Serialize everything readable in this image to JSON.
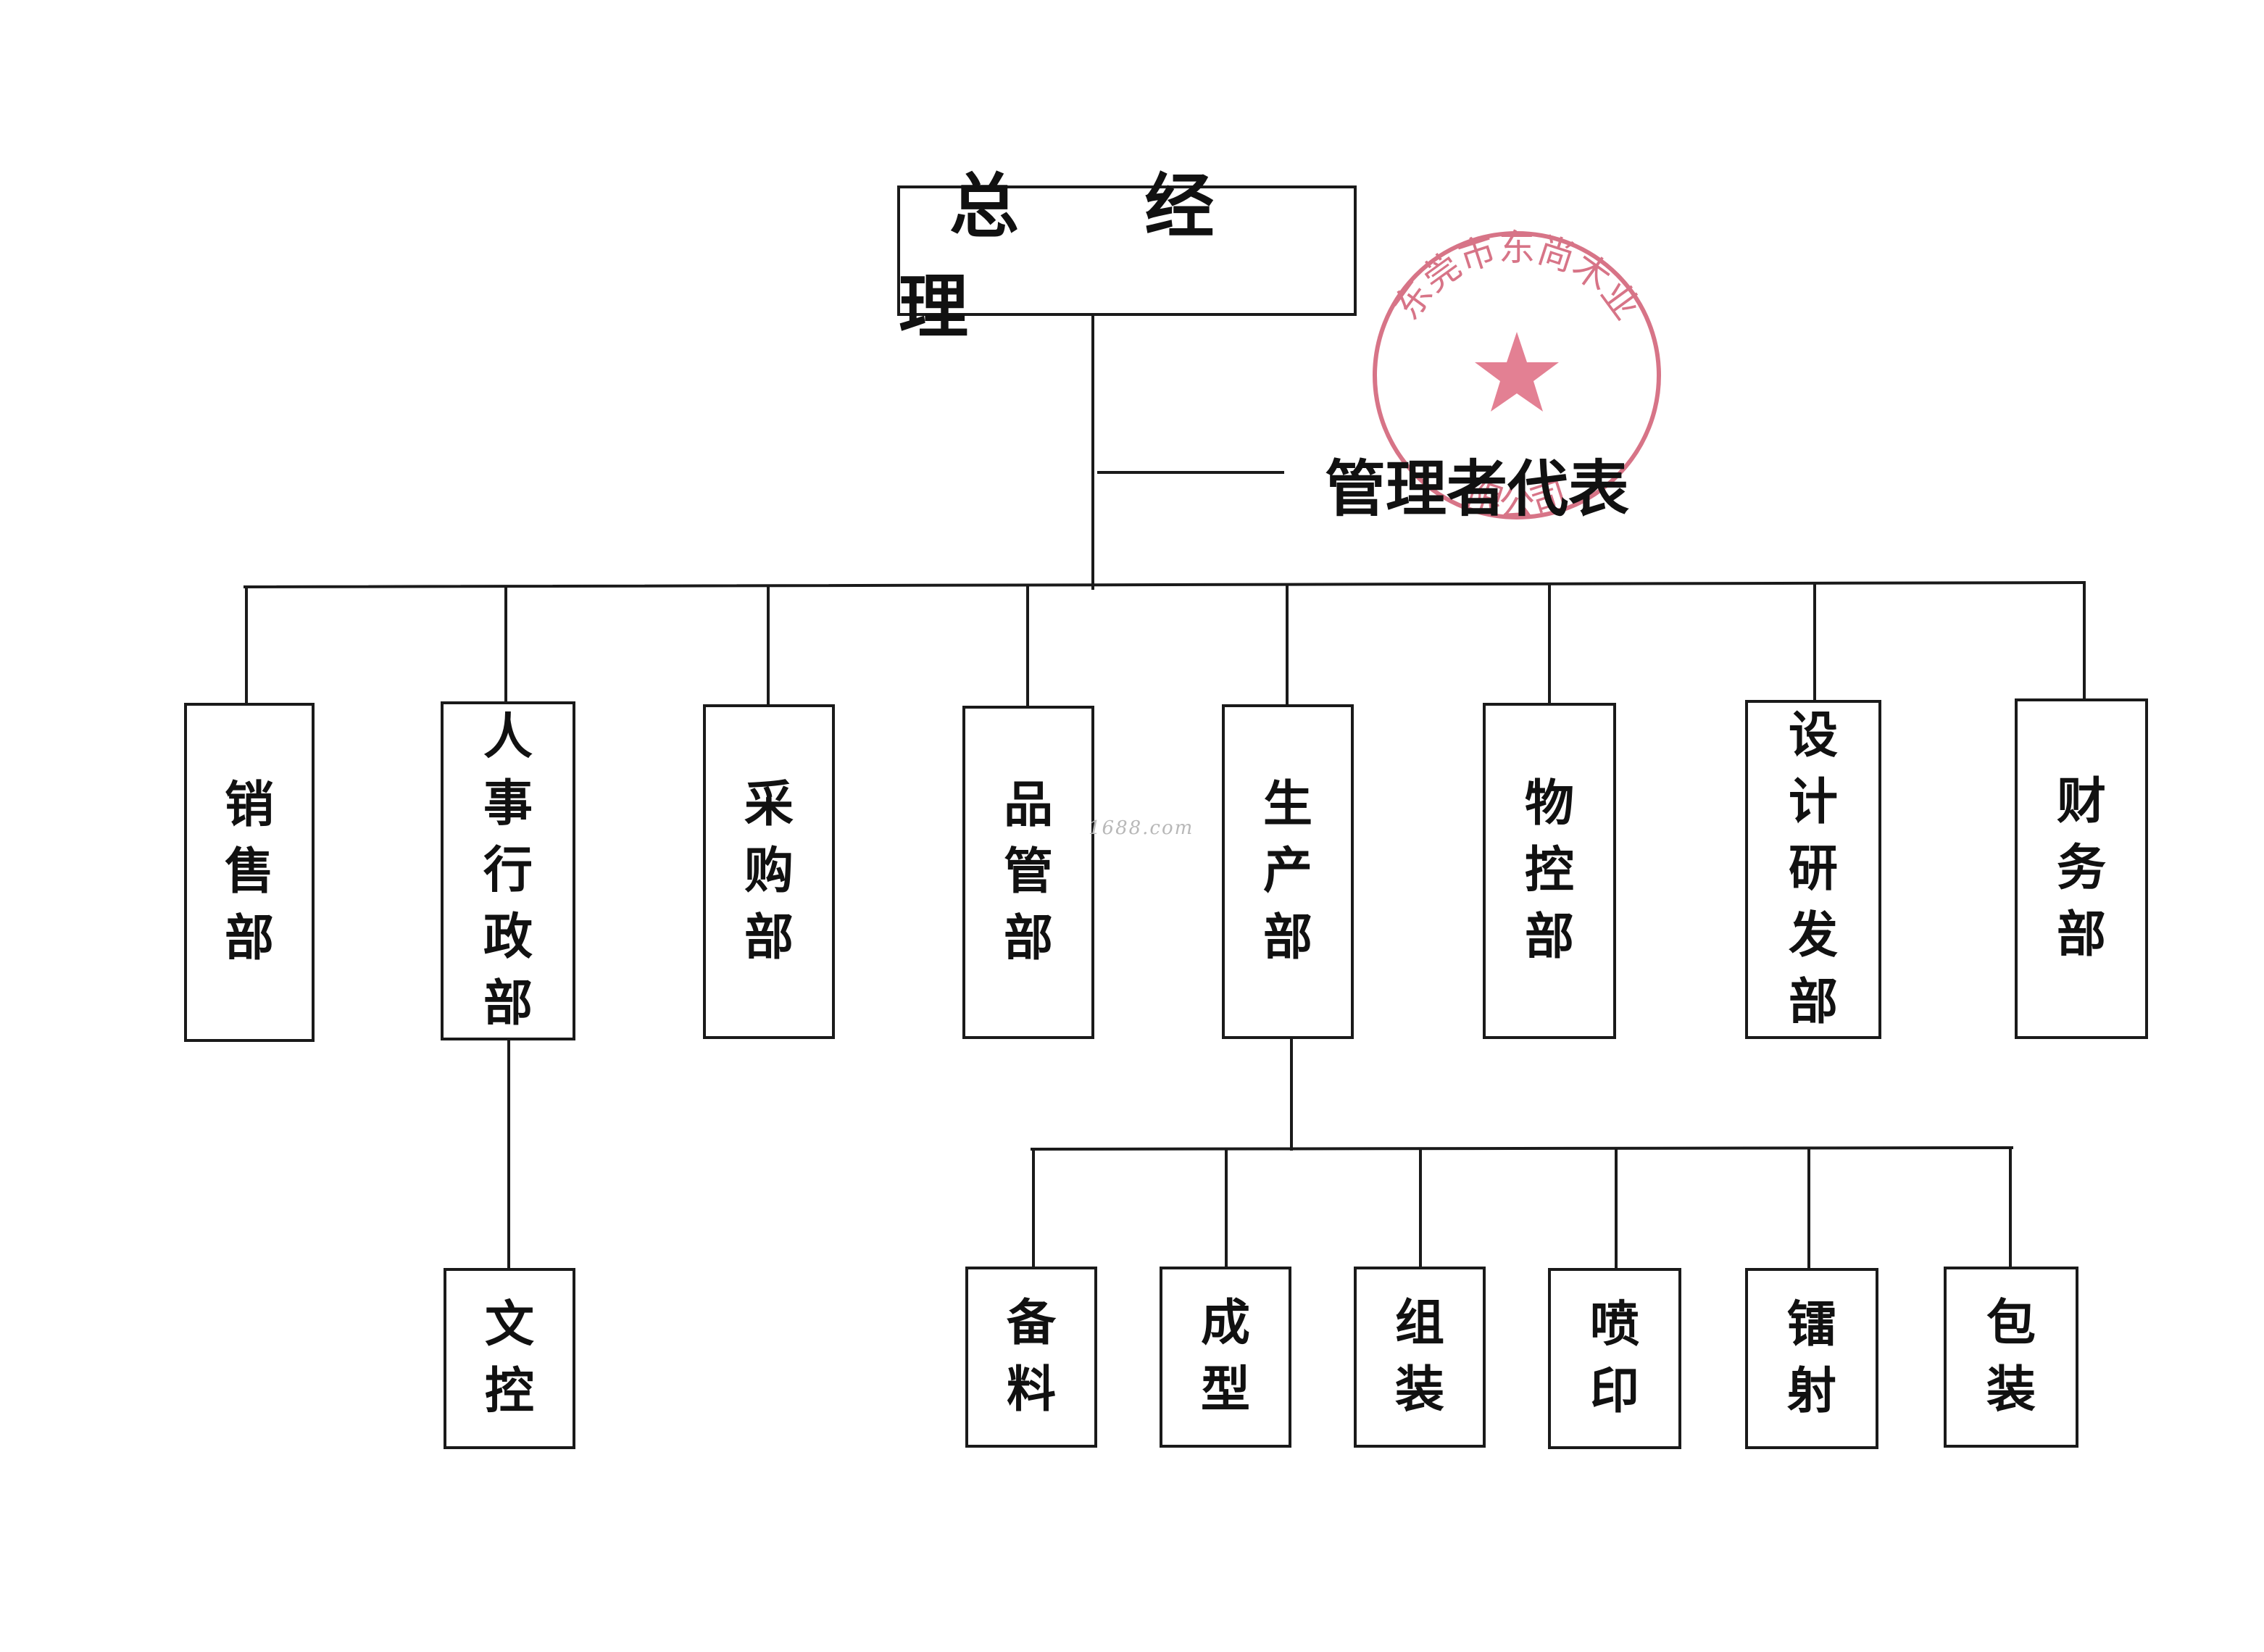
{
  "general_manager": "总 经 理",
  "management_representative": "管理者代表",
  "departments": [
    {
      "id": "sales",
      "label": "销售部"
    },
    {
      "id": "hr-admin",
      "label": "人事行政部"
    },
    {
      "id": "purchasing",
      "label": "采购部"
    },
    {
      "id": "quality",
      "label": "品管部"
    },
    {
      "id": "production",
      "label": "生产部"
    },
    {
      "id": "material-control",
      "label": "物控部"
    },
    {
      "id": "design-rd",
      "label": "设计研发部"
    },
    {
      "id": "finance",
      "label": "财务部"
    }
  ],
  "hr_sub_units": [
    {
      "id": "document-control",
      "label": "文控"
    }
  ],
  "production_sub_units": [
    {
      "id": "material-prep",
      "label": "备料"
    },
    {
      "id": "molding",
      "label": "成型"
    },
    {
      "id": "assembly",
      "label": "组装"
    },
    {
      "id": "spray-print",
      "label": "喷印"
    },
    {
      "id": "laser",
      "label": "镭射"
    },
    {
      "id": "packing",
      "label": "包装"
    }
  ],
  "seal": {
    "text_upper": "东莞市东尚木业",
    "text_lower": "限公司",
    "color": "#c8405a"
  },
  "watermark": "1688.com"
}
